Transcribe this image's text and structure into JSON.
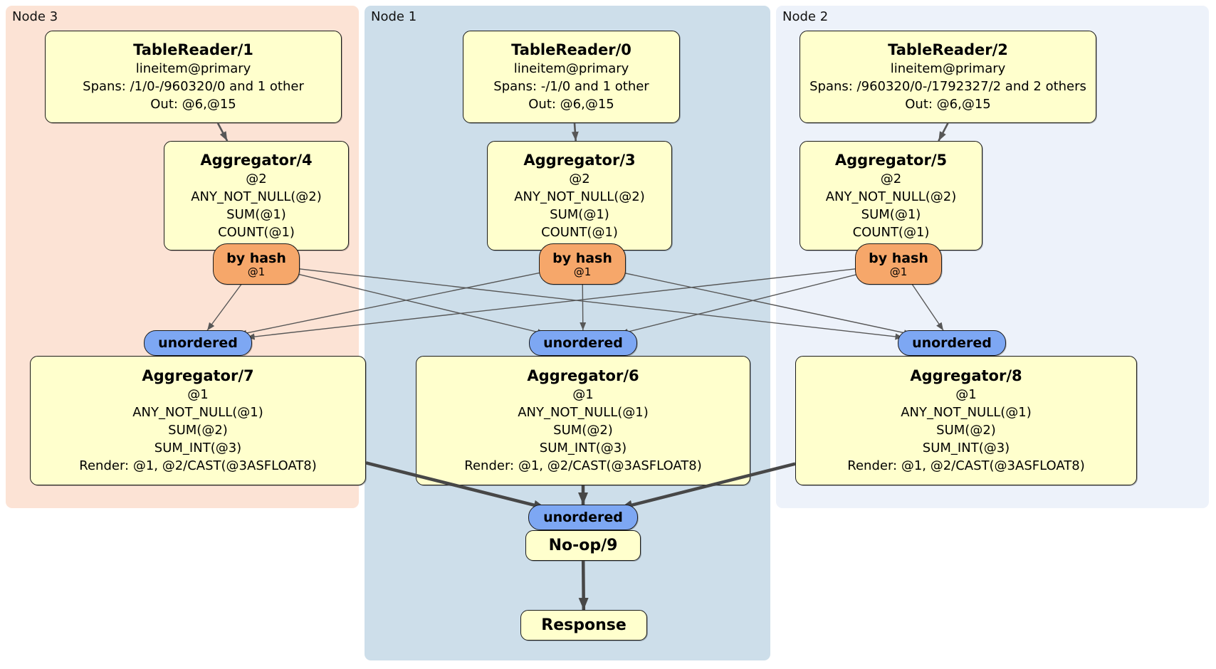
{
  "diagram": {
    "regions": {
      "node3": {
        "label": "Node 3"
      },
      "node1": {
        "label": "Node 1"
      },
      "node2": {
        "label": "Node 2"
      }
    },
    "nodes": {
      "tr1": {
        "title": "TableReader/1",
        "lines": [
          "lineitem@primary",
          "Spans: /1/0-/960320/0 and 1 other",
          "Out: @6,@15"
        ]
      },
      "tr0": {
        "title": "TableReader/0",
        "lines": [
          "lineitem@primary",
          "Spans: -/1/0 and 1 other",
          "Out: @6,@15"
        ]
      },
      "tr2": {
        "title": "TableReader/2",
        "lines": [
          "lineitem@primary",
          "Spans: /960320/0-/1792327/2 and 2 others",
          "Out: @6,@15"
        ]
      },
      "agg4": {
        "title": "Aggregator/4",
        "lines": [
          "@2",
          "ANY_NOT_NULL(@2)",
          "SUM(@1)",
          "COUNT(@1)"
        ]
      },
      "agg3": {
        "title": "Aggregator/3",
        "lines": [
          "@2",
          "ANY_NOT_NULL(@2)",
          "SUM(@1)",
          "COUNT(@1)"
        ]
      },
      "agg5": {
        "title": "Aggregator/5",
        "lines": [
          "@2",
          "ANY_NOT_NULL(@2)",
          "SUM(@1)",
          "COUNT(@1)"
        ]
      },
      "byhash3": {
        "title": "by hash",
        "sub": "@1"
      },
      "byhash1": {
        "title": "by hash",
        "sub": "@1"
      },
      "byhash2": {
        "title": "by hash",
        "sub": "@1"
      },
      "unord3": {
        "title": "unordered"
      },
      "unord1": {
        "title": "unordered"
      },
      "unord2": {
        "title": "unordered"
      },
      "agg7": {
        "title": "Aggregator/7",
        "lines": [
          "@1",
          "ANY_NOT_NULL(@1)",
          "SUM(@2)",
          "SUM_INT(@3)",
          "Render: @1, @2/CAST(@3ASFLOAT8)"
        ]
      },
      "agg6": {
        "title": "Aggregator/6",
        "lines": [
          "@1",
          "ANY_NOT_NULL(@1)",
          "SUM(@2)",
          "SUM_INT(@3)",
          "Render: @1, @2/CAST(@3ASFLOAT8)"
        ]
      },
      "agg8": {
        "title": "Aggregator/8",
        "lines": [
          "@1",
          "ANY_NOT_NULL(@1)",
          "SUM(@2)",
          "SUM_INT(@3)",
          "Render: @1, @2/CAST(@3ASFLOAT8)"
        ]
      },
      "unordB": {
        "title": "unordered"
      },
      "noop": {
        "title": "No-op/9"
      },
      "resp": {
        "title": "Response"
      }
    },
    "edges": [
      {
        "from": "tr1",
        "to": "agg4",
        "style": "mid"
      },
      {
        "from": "tr0",
        "to": "agg3",
        "style": "mid"
      },
      {
        "from": "tr2",
        "to": "agg5",
        "style": "mid",
        "sx": 0.5,
        "tx": 0.76
      },
      {
        "from": "byhash3",
        "to": "unord3",
        "style": "thin"
      },
      {
        "from": "byhash3",
        "to": "unord1",
        "style": "thin"
      },
      {
        "from": "byhash3",
        "to": "unord2",
        "style": "thin"
      },
      {
        "from": "byhash1",
        "to": "unord3",
        "style": "thin"
      },
      {
        "from": "byhash1",
        "to": "unord1",
        "style": "thin"
      },
      {
        "from": "byhash1",
        "to": "unord2",
        "style": "thin"
      },
      {
        "from": "byhash2",
        "to": "unord3",
        "style": "thin"
      },
      {
        "from": "byhash2",
        "to": "unord1",
        "style": "thin"
      },
      {
        "from": "byhash2",
        "to": "unord2",
        "style": "thin"
      },
      {
        "from": "agg7",
        "to": "unordB",
        "style": "thick"
      },
      {
        "from": "agg6",
        "to": "unordB",
        "style": "thick"
      },
      {
        "from": "agg8",
        "to": "unordB",
        "style": "thick"
      },
      {
        "from": "noop",
        "to": "resp",
        "style": "thick"
      }
    ],
    "colors": {
      "node3_bg": "#fce3d5",
      "node1_bg": "#cddeea",
      "node2_bg": "#edf2fa",
      "box_bg": "#ffffcd",
      "router_bg": "#f6a76a",
      "sync_bg": "#7da7f3",
      "edge": "#575757",
      "edge_thick": "#474747",
      "border": "#1a1a1a"
    },
    "edge_widths": {
      "thin": 1.4,
      "mid": 2.6,
      "thick": 4.5
    }
  }
}
